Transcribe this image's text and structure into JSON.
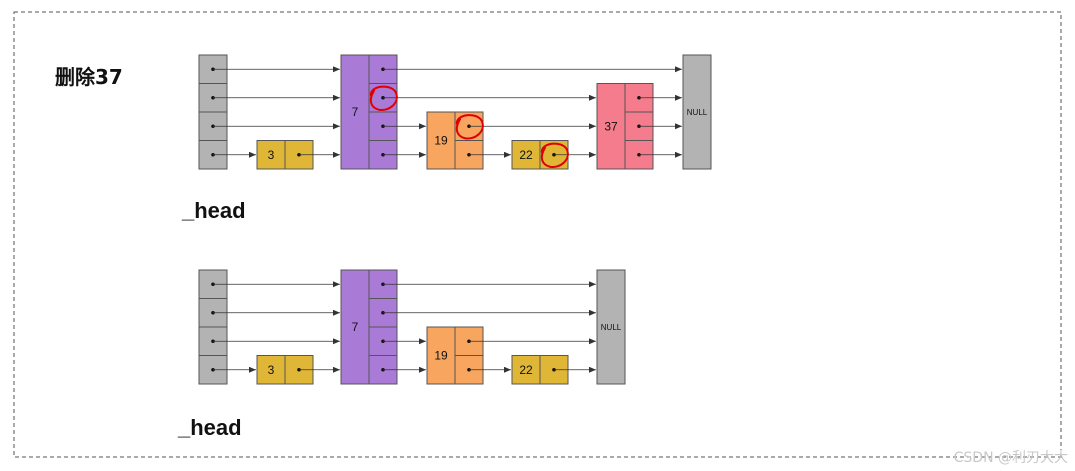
{
  "title": "删除37",
  "watermark": "CSDN @利刃大大",
  "colors": {
    "border": "#555555",
    "head": "#b3b3b3",
    "node_3": "#e0b636",
    "node_7": "#a97ad6",
    "node_19": "#f7a55f",
    "node_22": "#e0b636",
    "node_37": "#f57c8c",
    "null": "#b3b3b3",
    "arrow": "#333333",
    "highlight": "#e00000"
  },
  "before": {
    "head_label": "_head",
    "nodes": [
      {
        "key": "3",
        "levels": 1
      },
      {
        "key": "7",
        "levels": 4
      },
      {
        "key": "19",
        "levels": 2
      },
      {
        "key": "22",
        "levels": 1
      },
      {
        "key": "37",
        "levels": 3
      }
    ],
    "null_label": "NULL",
    "highlighted_pointers": [
      {
        "node": "7",
        "level": 3
      },
      {
        "node": "19",
        "level": 2
      },
      {
        "node": "22",
        "level": 1
      }
    ]
  },
  "after": {
    "head_label": "_head",
    "nodes": [
      {
        "key": "3",
        "levels": 1
      },
      {
        "key": "7",
        "levels": 4
      },
      {
        "key": "19",
        "levels": 2
      },
      {
        "key": "22",
        "levels": 1
      }
    ],
    "null_label": "NULL"
  }
}
